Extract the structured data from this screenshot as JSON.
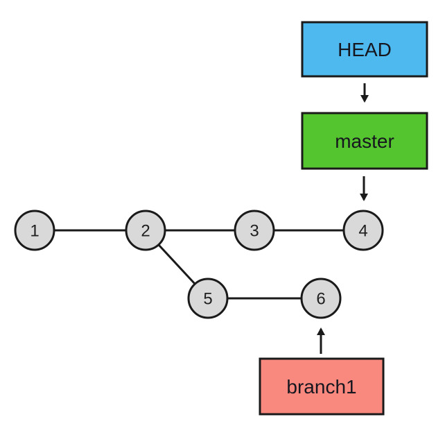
{
  "diagram": {
    "type": "git-commit-graph",
    "boxes": {
      "head": {
        "label": "HEAD"
      },
      "master": {
        "label": "master"
      },
      "branch1": {
        "label": "branch1"
      }
    },
    "nodes": [
      {
        "id": "1",
        "label": "1"
      },
      {
        "id": "2",
        "label": "2"
      },
      {
        "id": "3",
        "label": "3"
      },
      {
        "id": "4",
        "label": "4"
      },
      {
        "id": "5",
        "label": "5"
      },
      {
        "id": "6",
        "label": "6"
      }
    ],
    "edges": [
      {
        "from": "1",
        "to": "2"
      },
      {
        "from": "2",
        "to": "3"
      },
      {
        "from": "3",
        "to": "4"
      },
      {
        "from": "2",
        "to": "5"
      },
      {
        "from": "5",
        "to": "6"
      }
    ],
    "arrows": [
      {
        "from": "HEAD",
        "to": "master",
        "direction": "down"
      },
      {
        "from": "master",
        "to": "4",
        "direction": "down"
      },
      {
        "from": "branch1",
        "to": "6",
        "direction": "up"
      }
    ]
  },
  "colors": {
    "head_box": "#4db9ef",
    "master_box": "#55c52f",
    "branch1_box": "#f9897f",
    "node_fill": "#d9d9d9",
    "line": "#1a1a1a",
    "background": "#ffffff"
  }
}
